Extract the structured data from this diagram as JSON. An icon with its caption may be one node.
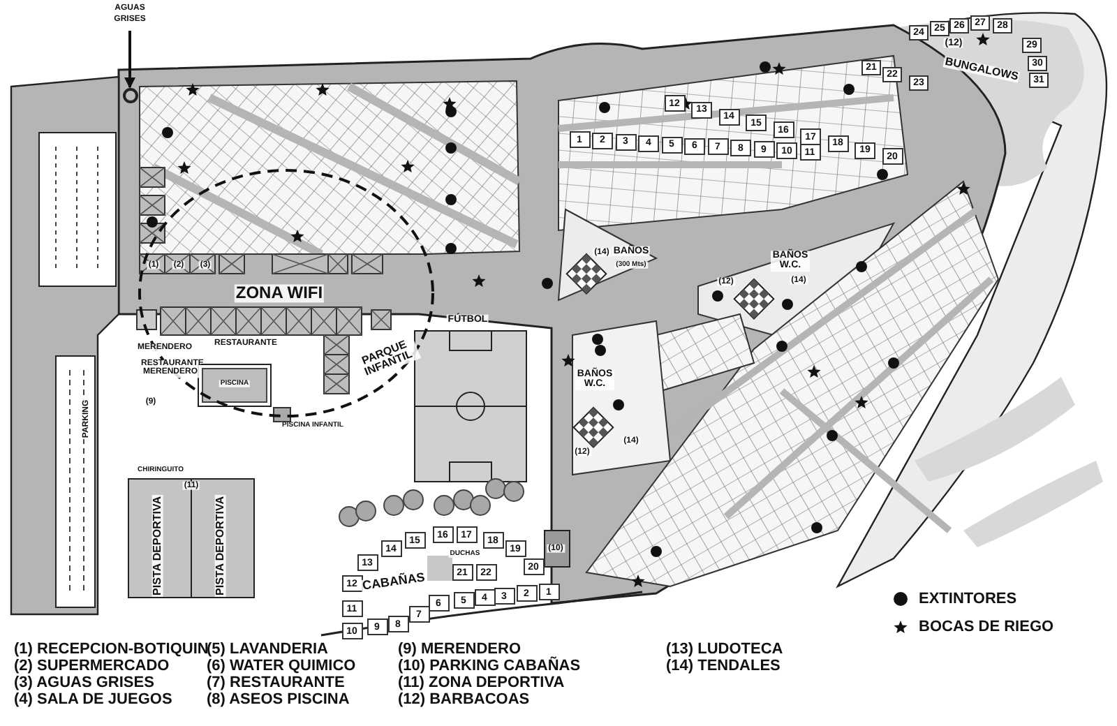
{
  "diagram": {
    "nodes": [
      {
        "text": [
          "AGUAS GRISES"
        ]
      },
      {
        "text": [],
        "shape": "circle"
      },
      {
        "text": [
          "24"
        ]
      },
      {
        "text": [
          "25"
        ]
      },
      {
        "text": [
          "26"
        ]
      },
      {
        "text": [
          "27"
        ]
      },
      {
        "text": [
          "28"
        ]
      },
      {
        "text": [
          "21"
        ]
      },
      {
        "text": [
          "22"
        ]
      },
      {
        "text": [
          "23"
        ]
      },
      {
        "text": [
          "29"
        ]
      },
      {
        "text": [
          "30"
        ]
      },
      {
        "text": [
          "31"
        ]
      },
      {
        "text": [
          "12"
        ]
      },
      {
        "text": [
          "13"
        ]
      },
      {
        "text": [
          "14"
        ]
      },
      {
        "text": [
          "15"
        ]
      },
      {
        "text": [
          "16"
        ]
      },
      {
        "text": [
          "17"
        ]
      },
      {
        "text": [
          "18"
        ]
      },
      {
        "text": [
          "19"
        ]
      },
      {
        "text": [
          "20"
        ]
      },
      {
        "text": [
          "1"
        ]
      },
      {
        "text": [
          "2"
        ]
      },
      {
        "text": [
          "3"
        ]
      },
      {
        "text": [
          "4"
        ]
      },
      {
        "text": [
          "5"
        ]
      },
      {
        "text": [
          "6"
        ]
      },
      {
        "text": [
          "7"
        ]
      },
      {
        "text": [
          "8"
        ]
      },
      {
        "text": [
          "9"
        ]
      },
      {
        "text": [
          "10"
        ]
      },
      {
        "text": [
          "11"
        ]
      },
      {
        "text": [
          "1"
        ]
      },
      {
        "text": [
          "2"
        ]
      },
      {
        "text": [
          "3"
        ]
      },
      {
        "text": [
          "4"
        ]
      },
      {
        "text": [
          "5"
        ]
      },
      {
        "text": [
          "6"
        ]
      },
      {
        "text": [
          "7"
        ]
      },
      {
        "text": [
          "8"
        ]
      },
      {
        "text": [
          "9"
        ]
      },
      {
        "text": [
          "10"
        ]
      },
      {
        "text": [
          "11"
        ]
      },
      {
        "text": [
          "12"
        ]
      },
      {
        "text": [
          "13"
        ]
      },
      {
        "text": [
          "14"
        ]
      },
      {
        "text": [
          "15"
        ]
      },
      {
        "text": [
          "16"
        ]
      },
      {
        "text": [
          "17"
        ]
      },
      {
        "text": [
          "18"
        ]
      },
      {
        "text": [
          "19"
        ]
      },
      {
        "text": [
          "20"
        ]
      },
      {
        "text": [
          "21"
        ]
      },
      {
        "text": [
          "22"
        ]
      }
    ],
    "edges": [
      {
        "from": 0,
        "to": 1,
        "arrow": "to"
      }
    ],
    "labels": [
      "(12)",
      "BUNGALOWS",
      "(1)",
      "(2)",
      "(3)",
      "(14)",
      "BAÑOS",
      "(300 Mts)",
      "BAÑOS W.C.",
      "(12)",
      "(14)",
      "ZONA WIFI",
      "FÚTBOL",
      "MERENDERO",
      "RESTAURANTE",
      "RESTAURANTE MERENDERO",
      "PARQUE INFANTIL",
      "BAÑOS W.C.",
      "PISCINA",
      "(9)",
      "PISCINA INFANTIL",
      "PARKING",
      "(14)",
      "(12)",
      "CHIRINGUITO",
      "(11)",
      "PISTA DEPORTIVA",
      "PISTA DEPORTIVA",
      "(10)",
      "DUCHAS",
      "CABAÑAS",
      "(1) RECEPCION-BOTIQUIN",
      "(2) SUPERMERCADO",
      "(3) AGUAS GRISES",
      "(4) SALA DE JUEGOS",
      "(5) LAVANDERIA",
      "(6) WATER QUIMICO",
      "(7) RESTAURANTE",
      "(8) ASEOS PISCINA",
      "(9) MERENDERO",
      "(10) PARKING CABAÑAS",
      "(11) ZONA DEPORTIVA",
      "(12) BARBACOAS",
      "(13) LUDOTECA",
      "(14) TENDALES"
    ],
    "legend": [
      {
        "text": "EXTINTORES"
      },
      {
        "text": "BOCAS DE RIEGO"
      }
    ]
  }
}
